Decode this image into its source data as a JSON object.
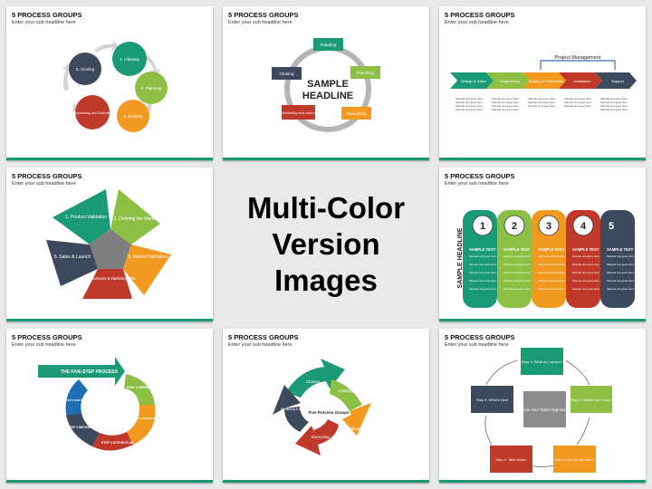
{
  "cards": {
    "title": "5 PROCESS GROUPS",
    "subtitle": "Enter your sub headline here"
  },
  "center": {
    "line1": "Multi-Color",
    "line2": "Version Images"
  },
  "colors": {
    "teal": "#1a9b76",
    "green": "#8dbf44",
    "orange": "#f29a1f",
    "red": "#c0392b",
    "navy": "#3d4a5e"
  },
  "slide1": {
    "items": [
      "1. Initiating",
      "2. Planning",
      "3. Exciting",
      "4. Monitoring and Controlling",
      "5. Closing"
    ]
  },
  "slide2": {
    "center_line1": "SAMPLE",
    "center_line2": "HEADLINE",
    "items": [
      "Initiating",
      "Planning",
      "Executing",
      "Monitoring and control",
      "Closing"
    ]
  },
  "slide3": {
    "pm_label": "Project Management",
    "items": [
      "Design & Sales",
      "Engineering",
      "Staging & Fabrication",
      "Installation",
      "Support"
    ],
    "bullet": "Sample text goes here"
  },
  "slide4": {
    "items": [
      "1. Product Validation",
      "2. Defining the Market",
      "3. Market Validation",
      "4. Business & Marketing Plan",
      "5. Sales & Launch"
    ]
  },
  "slide5": {
    "side_label": "SAMPLE HEADLINE",
    "numbers": [
      "1",
      "2",
      "3",
      "4",
      "5"
    ],
    "col_title": "SAMPLE TEXT",
    "bullet": "Sample text goes here"
  },
  "slide6": {
    "items": [
      "THE FIVE-STEP PROCESS",
      "STEP 1 PREPARATION",
      "STEP 2 FOUNDATIONAL CONNECTION EVENT",
      "STEP 3 ACTION PLAN",
      "STEP 4 IMPLEMENTATION",
      "STEP 5 SUSTAINABILITY"
    ]
  },
  "slide7": {
    "center": "Five Process Groups",
    "items": [
      "Closing",
      "Initiating",
      "Planning",
      "Executing",
      "Monitoring & Controlling"
    ]
  },
  "slide8": {
    "center": "Inner And Outer Approach",
    "items": [
      "Step 1. What do I desire?",
      "Step 2. Where am I now?",
      "Step 3. How do I get there?",
      "Step 4. Take Action",
      "Step 5. What's Next"
    ]
  }
}
